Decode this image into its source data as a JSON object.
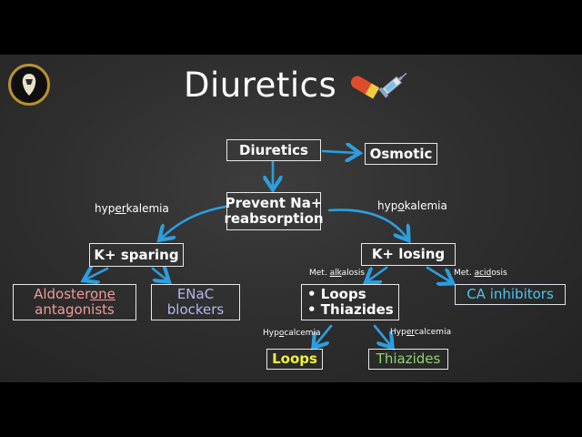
{
  "title": "Diuretics",
  "colors": {
    "arrow": "#2b9fe0",
    "aldosterone_text": "#f49a9a",
    "enac_text": "#b3b9f0",
    "ca_text": "#4fc3f0",
    "loops_text": "#f2f23a",
    "thiazides_text": "#8ed66c",
    "logo_ring": "#b8922f"
  },
  "icons": [
    "logo-emblem",
    "pill-icon",
    "syringe-icon"
  ],
  "nodes": {
    "diuretics": "Diuretics",
    "osmotic": "Osmotic",
    "prevent_line1": "Prevent Na+",
    "prevent_line2": "reabsorption",
    "k_sparing": "K+ sparing",
    "k_losing": "K+ losing",
    "aldo_line1_pre": "Aldoster",
    "aldo_line1_u": "one",
    "aldo_line2": "antagonists",
    "enac_line1": "ENaC",
    "enac_line2": "blockers",
    "loops_thiazides_1": "•  Loops",
    "loops_thiazides_2": "•  Thiazides",
    "ca_inhibitors": "CA inhibitors",
    "loops": "Loops",
    "thiazides": "Thiazides"
  },
  "edge_labels": {
    "hyperkalemia": {
      "pre": "hyp",
      "u": "er",
      "post": "kalemia"
    },
    "hypokalemia": {
      "pre": "hyp",
      "u": "o",
      "post": "kalemia"
    },
    "met_alkalosis": {
      "pre": "Met. ",
      "u": "alk",
      "post": "alosis"
    },
    "met_acidosis": {
      "pre": "Met. ",
      "u": "acid",
      "post": "osis"
    },
    "hypocalcemia": {
      "pre": "Hyp",
      "u": "o",
      "post": "calcemia"
    },
    "hypercalcemia": {
      "pre": "Hyp",
      "u": "er",
      "post": "calcemia"
    }
  }
}
